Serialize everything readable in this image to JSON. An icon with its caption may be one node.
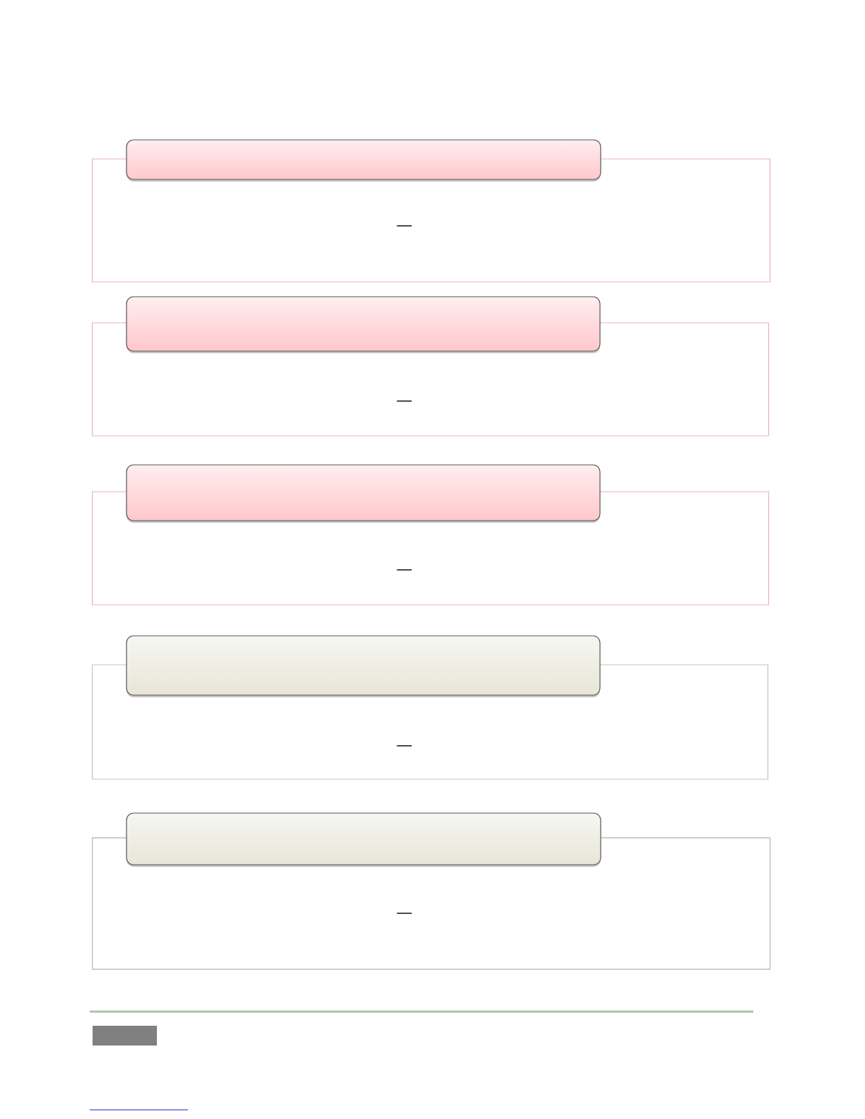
{
  "diagram": {
    "nodes": [
      {
        "text": [],
        "shape": "box"
      },
      {
        "text": [
          "—"
        ]
      },
      {
        "text": [],
        "shape": "box"
      },
      {
        "text": [
          "—"
        ]
      },
      {
        "text": [],
        "shape": "box"
      },
      {
        "text": [
          "—"
        ]
      },
      {
        "text": [],
        "shape": "box"
      },
      {
        "text": [
          "—"
        ]
      },
      {
        "text": [],
        "shape": "box"
      },
      {
        "text": [
          "—"
        ]
      },
      {
        "text": [],
        "shape": "box"
      }
    ]
  }
}
